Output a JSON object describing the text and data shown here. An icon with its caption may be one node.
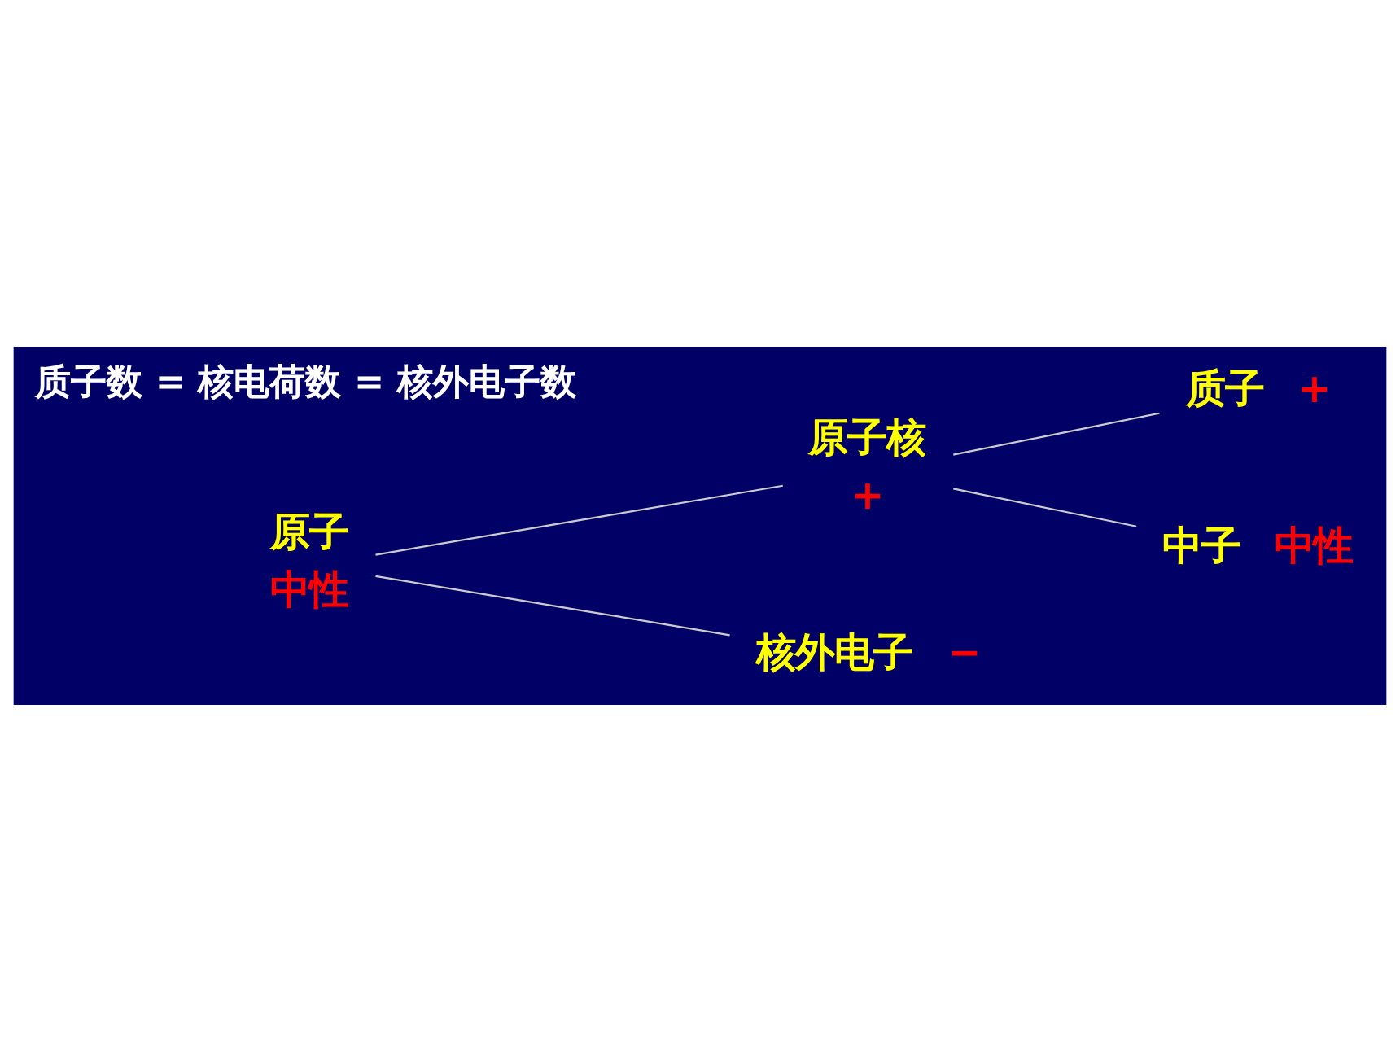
{
  "diagram": {
    "nodes": [
      {
        "text": [
          "原子"
        ],
        "beside": [
          "中性"
        ]
      },
      {
        "text": [
          "原子核"
        ],
        "beside": [
          "+"
        ]
      },
      {
        "text": [
          "核外电子"
        ],
        "beside": [
          "−"
        ]
      },
      {
        "text": [
          "质子"
        ],
        "beside": [
          "+"
        ]
      },
      {
        "text": [
          "中子"
        ],
        "beside": [
          "中性"
        ]
      }
    ],
    "edges": [
      {
        "from": 0,
        "to": 1,
        "arrow": "none"
      },
      {
        "from": 0,
        "to": 2,
        "arrow": "none"
      },
      {
        "from": 1,
        "to": 3,
        "arrow": "none"
      },
      {
        "from": 1,
        "to": 4,
        "arrow": "none"
      }
    ],
    "labels": [
      "质子数 = 核电荷数 = 核外电子数"
    ]
  }
}
